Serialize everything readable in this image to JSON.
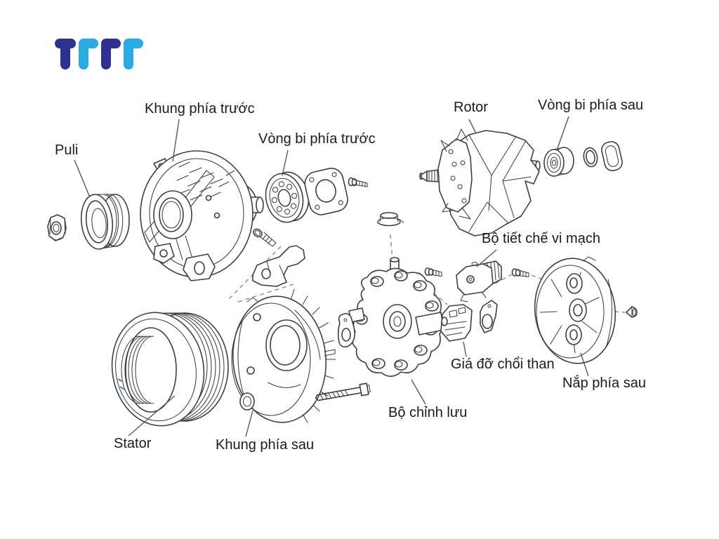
{
  "page": {
    "background_color": "#ffffff"
  },
  "logo": {
    "text": "TTTT",
    "dark_color": "#2e3192",
    "light_color": "#29abe2"
  },
  "diagram": {
    "subject": "Exploded view of an alternator with Vietnamese part labels",
    "stroke_color": "#3f3f3f",
    "leader_color": "#5a5a5a",
    "dash_color": "#8a8a8a",
    "label_color": "#1b1b1b",
    "accent_mark_color": "#4b87c6",
    "labels": [
      {
        "id": "puli",
        "text": "Puli"
      },
      {
        "id": "khung-phia-truoc",
        "text": "Khung phía trước"
      },
      {
        "id": "vong-bi-phia-truoc",
        "text": "Vòng bi phía trước"
      },
      {
        "id": "rotor",
        "text": "Rotor"
      },
      {
        "id": "vong-bi-phia-sau",
        "text": "Vòng bi phía sau"
      },
      {
        "id": "bo-tiet-che-vi-mach",
        "text": "Bộ tiết chế vi mạch"
      },
      {
        "id": "gia-do-choi-than",
        "text": "Giá đỡ chổi than"
      },
      {
        "id": "nap-phia-sau",
        "text": "Nắp phía sau"
      },
      {
        "id": "bo-chinh-luu",
        "text": "Bộ chỉnh lưu"
      },
      {
        "id": "stator",
        "text": "Stator"
      },
      {
        "id": "khung-phia-sau",
        "text": "Khung phía sau"
      }
    ]
  }
}
